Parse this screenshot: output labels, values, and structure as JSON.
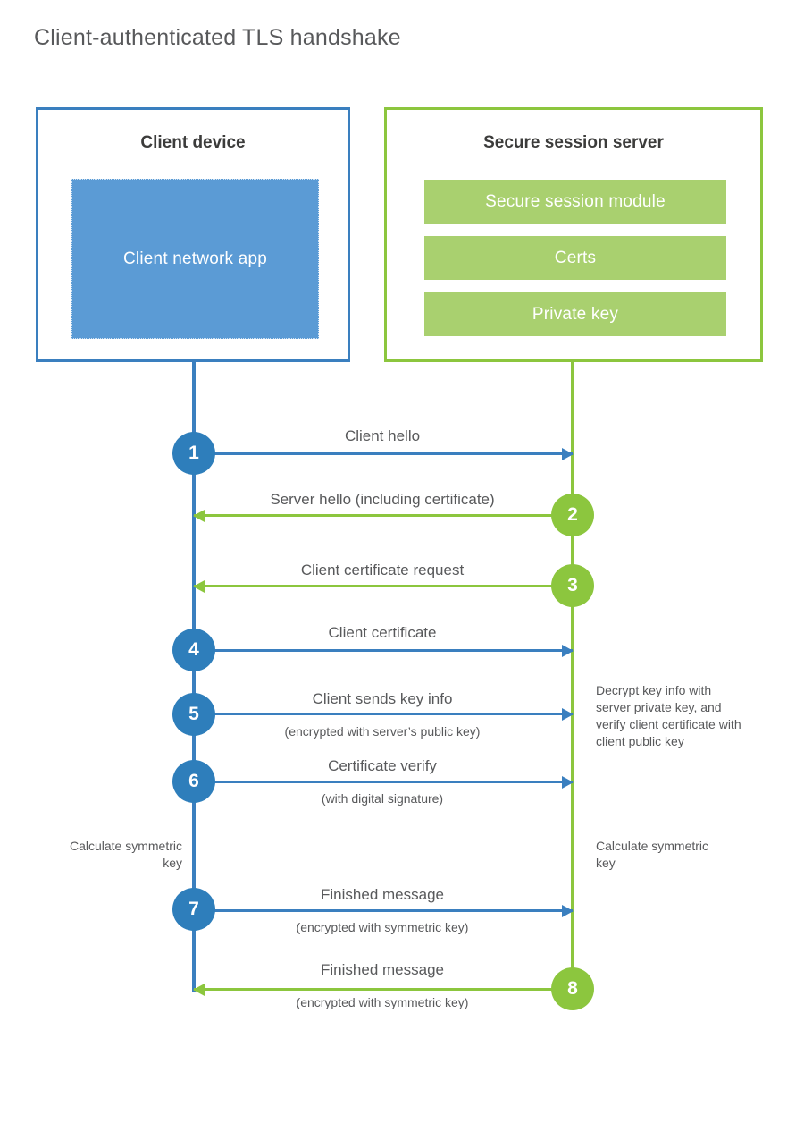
{
  "title": "Client-authenticated TLS handshake",
  "colors": {
    "client_accent": "#3a7fbf",
    "client_circle": "#2e7ebb",
    "client_app_fill": "#5b9bd5",
    "server_accent": "#8cc63e",
    "server_bar_fill": "#a9d06f",
    "text": "#58595b",
    "background": "#ffffff"
  },
  "entities": {
    "client": {
      "title": "Client device",
      "app_label": "Client network app"
    },
    "server": {
      "title": "Secure session server",
      "components": [
        "Secure session module",
        "Certs",
        "Private key"
      ]
    }
  },
  "steps": [
    {
      "number": "1",
      "label": "Client hello",
      "sublabel": "",
      "direction": "client-to-server"
    },
    {
      "number": "2",
      "label": "Server hello (including certificate)",
      "sublabel": "",
      "direction": "server-to-client"
    },
    {
      "number": "3",
      "label": "Client certificate request",
      "sublabel": "",
      "direction": "server-to-client"
    },
    {
      "number": "4",
      "label": "Client certificate",
      "sublabel": "",
      "direction": "client-to-server"
    },
    {
      "number": "5",
      "label": "Client sends key info",
      "sublabel": "(encrypted with server’s public key)",
      "direction": "client-to-server"
    },
    {
      "number": "6",
      "label": "Certificate verify",
      "sublabel": "(with digital signature)",
      "direction": "client-to-server"
    },
    {
      "number": "7",
      "label": "Finished message",
      "sublabel": "(encrypted with symmetric key)",
      "direction": "client-to-server"
    },
    {
      "number": "8",
      "label": "Finished message",
      "sublabel": "(encrypted with symmetric key)",
      "direction": "server-to-client"
    }
  ],
  "annotations": {
    "server_decrypt": "Decrypt key info with server private key, and verify client certificate with client public key",
    "client_calculate": "Calculate symmetric key",
    "server_calculate": "Calculate symmetric key"
  }
}
